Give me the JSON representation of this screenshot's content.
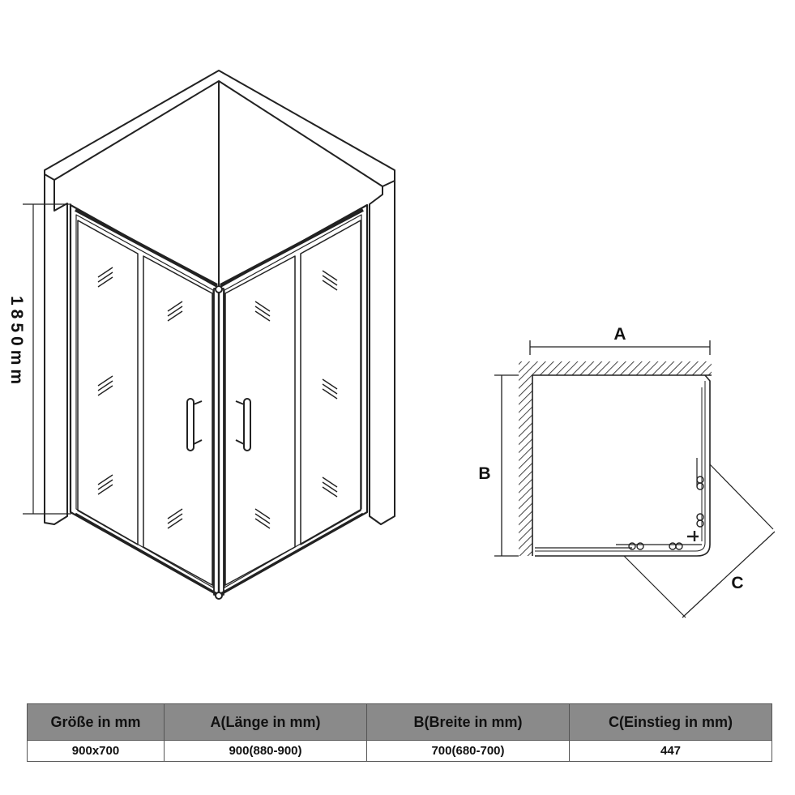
{
  "diagram": {
    "height_label": "1850mm",
    "dim_a": "A",
    "dim_b": "B",
    "dim_c": "C"
  },
  "table": {
    "headers": [
      "Größe in mm",
      "A(Länge in mm)",
      "B(Breite in mm)",
      "C(Einstieg in mm)"
    ],
    "row": [
      "900x700",
      "900(880-900)",
      "700(680-700)",
      "447"
    ]
  }
}
